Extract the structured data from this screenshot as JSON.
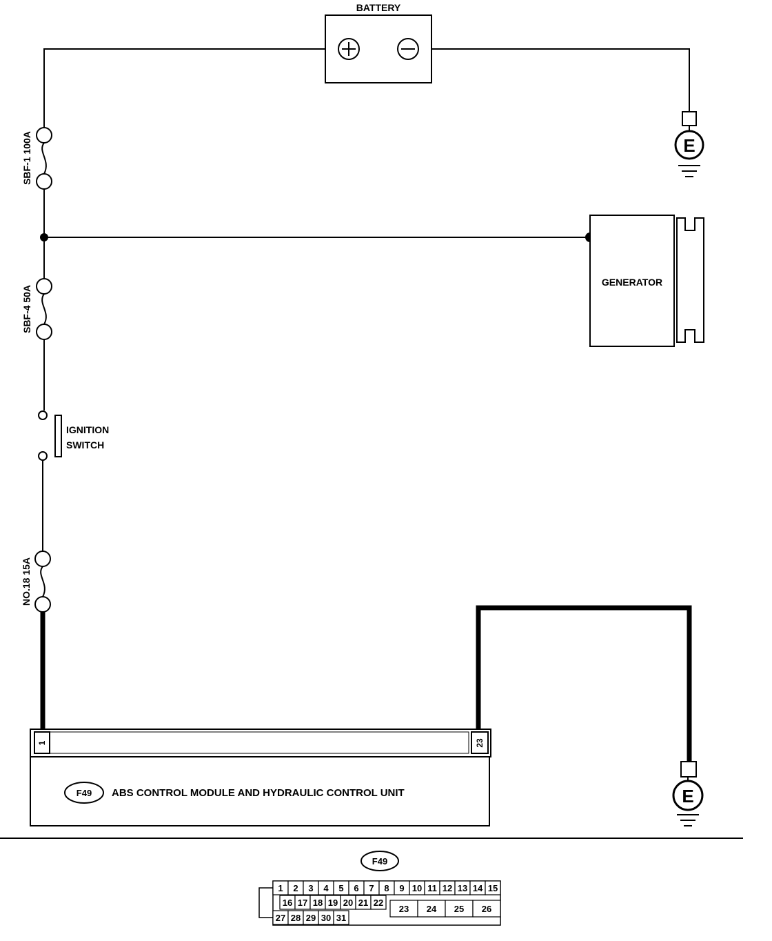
{
  "battery": {
    "label": "BATTERY",
    "plus": "+",
    "minus": "−"
  },
  "fuses": {
    "sbf1": "SBF-1 100A",
    "sbf4": "SBF-4 50A",
    "no18": "NO.18 15A"
  },
  "generator": {
    "label": "GENERATOR"
  },
  "ignition": {
    "line1": "IGNITION",
    "line2": "SWITCH"
  },
  "ground": {
    "symbol": "E"
  },
  "module": {
    "connector_id": "F49",
    "title": "ABS CONTROL MODULE AND HYDRAULIC CONTROL UNIT",
    "pin_left": "1",
    "pin_right": "23"
  },
  "connector": {
    "id": "F49",
    "row1": [
      "1",
      "2",
      "3",
      "4",
      "5",
      "6",
      "7",
      "8",
      "9",
      "10",
      "11",
      "12",
      "13",
      "14",
      "15"
    ],
    "row2_small": [
      "16",
      "17",
      "18",
      "19",
      "20",
      "21",
      "22"
    ],
    "row2_large": [
      "23",
      "24",
      "25",
      "26"
    ],
    "row3": [
      "27",
      "28",
      "29",
      "30",
      "31"
    ]
  }
}
